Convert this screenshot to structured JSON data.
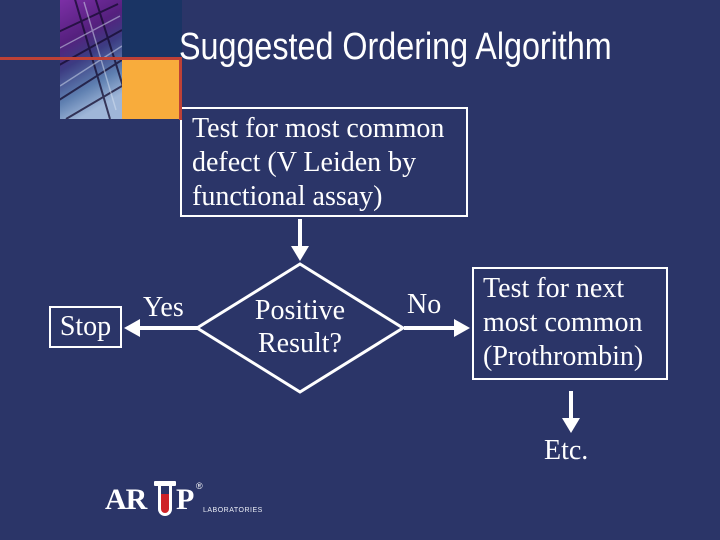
{
  "slide": {
    "title": "Suggested Ordering Algorithm",
    "colors": {
      "background": "#2B3568",
      "panel_navy": "#1A3464",
      "accent_orange": "#F8AC3C",
      "accent_red": "#BE4136",
      "shape_outline": "#FFFFFF",
      "text": "#FFFFFF",
      "logo_red": "#CE2227"
    }
  },
  "flowchart": {
    "start_box": {
      "lines": [
        "Test for most common",
        "defect (V Leiden by",
        "functional assay)"
      ]
    },
    "decision_diamond": {
      "lines": [
        "Positive",
        "Result?"
      ]
    },
    "branch_yes": "Yes",
    "branch_no": "No",
    "stop_box": "Stop",
    "next_test_box": {
      "lines": [
        "Test for next",
        "most common",
        "(Prothrombin)"
      ]
    },
    "etc_label": "Etc."
  },
  "footer_logo": {
    "text_ar": "AR",
    "text_p": "P",
    "registered_mark": "®",
    "subtext": "LABORATORIES"
  }
}
